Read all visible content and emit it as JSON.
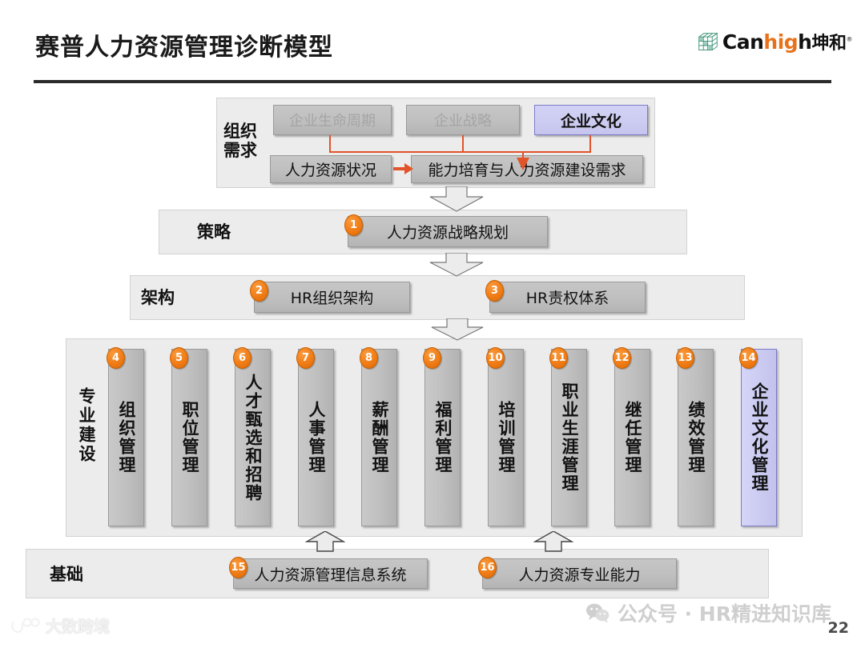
{
  "header": {
    "title": "赛普人力资源管理诊断模型",
    "logo": {
      "icon": "cube-grid-icon",
      "text_pre": "Can",
      "text_hi": "hig",
      "text_post": "h",
      "text_cn": "坤和",
      "tm": "®"
    }
  },
  "demand_section": {
    "label_line1": "组织",
    "label_line2": "需求",
    "top_boxes": [
      {
        "label": "企业生命周期",
        "state": "dim"
      },
      {
        "label": "企业战略",
        "state": "dim"
      },
      {
        "label": "企业文化",
        "state": "highlight"
      }
    ],
    "bottom_boxes": [
      {
        "label": "人力资源状况",
        "state": "normal"
      },
      {
        "label": "能力培育与人力资源建设需求",
        "state": "normal"
      }
    ]
  },
  "strategy_section": {
    "label": "策略",
    "items": [
      {
        "num": "1",
        "label": "人力资源战略规划"
      }
    ]
  },
  "architecture_section": {
    "label": "架构",
    "items": [
      {
        "num": "2",
        "label": "HR组织架构"
      },
      {
        "num": "3",
        "label": "HR责权体系"
      }
    ]
  },
  "professional_section": {
    "label": "专业建设",
    "columns": [
      {
        "num": "4",
        "label": "组织管理",
        "state": "normal"
      },
      {
        "num": "5",
        "label": "职位管理",
        "state": "normal"
      },
      {
        "num": "6",
        "label": "人才甄选和招聘",
        "state": "normal"
      },
      {
        "num": "7",
        "label": "人事管理",
        "state": "normal"
      },
      {
        "num": "8",
        "label": "薪酬管理",
        "state": "normal"
      },
      {
        "num": "9",
        "label": "福利管理",
        "state": "normal"
      },
      {
        "num": "10",
        "label": "培训管理",
        "state": "normal"
      },
      {
        "num": "11",
        "label": "职业生涯管理",
        "state": "normal"
      },
      {
        "num": "12",
        "label": "继任管理",
        "state": "normal"
      },
      {
        "num": "13",
        "label": "绩效管理",
        "state": "normal"
      },
      {
        "num": "14",
        "label": "企业文化管理",
        "state": "highlight"
      }
    ]
  },
  "foundation_section": {
    "label": "基础",
    "items": [
      {
        "num": "15",
        "label": "人力资源管理信息系统"
      },
      {
        "num": "16",
        "label": "人力资源专业能力"
      }
    ]
  },
  "footer": {
    "wechat_icon": "wechat-icon",
    "watermark_text": "公众号 · HR精进知识库",
    "page_number": "22",
    "corner_watermark": "大数跨境"
  },
  "colors": {
    "panel_bg": "#ececec",
    "box_grey": "#bfbfbf",
    "box_purple": "#ccccf2",
    "badge_orange": "#f07c16",
    "connector_orange": "#e2542a",
    "rule_dark": "#2b2b2b"
  }
}
